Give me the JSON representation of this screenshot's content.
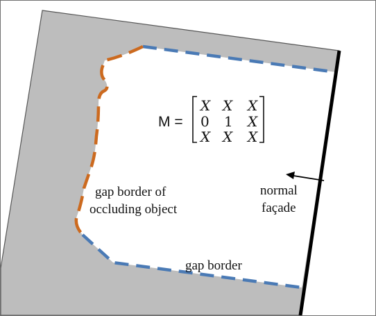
{
  "labels": {
    "gap_border_occluding_line1": "gap border of",
    "gap_border_occluding_line2": "occluding object",
    "normal_facade_line1": "normal",
    "normal_facade_line2": "façade",
    "gap_border": "gap border"
  },
  "matrix": {
    "name": "M =",
    "rows": [
      [
        "X",
        "X",
        "X"
      ],
      [
        "0",
        "1",
        "X"
      ],
      [
        "X",
        "X",
        "X"
      ]
    ]
  },
  "colors": {
    "background_gray": "#bdbdbd",
    "gap_fill": "#ffffff",
    "dash_blue": "#4a7ab5",
    "dash_orange": "#cc6a1f",
    "facade_line": "#000000"
  }
}
